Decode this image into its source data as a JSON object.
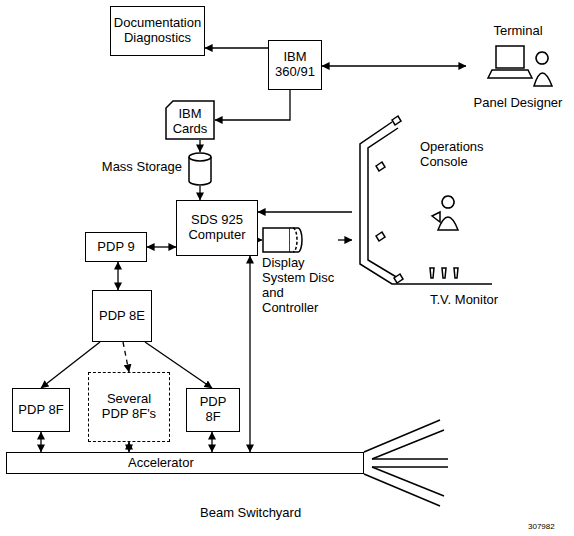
{
  "diagram": {
    "nodes": [
      {
        "text": [
          "Documentation Diagnostics"
        ]
      },
      {
        "text": [
          "IBM 360/91"
        ]
      },
      {
        "text": [
          "IBM Cards"
        ]
      },
      {
        "text": [
          "Mass Storage"
        ]
      },
      {
        "text": [
          "SDS 925 Computer"
        ]
      },
      {
        "text": [
          "PDP 9"
        ]
      },
      {
        "text": [
          "PDP 8E"
        ]
      },
      {
        "text": [
          "PDP 8F"
        ]
      },
      {
        "text": [
          "Several PDP 8F's"
        ]
      },
      {
        "text": [
          "PDP 8F"
        ]
      },
      {
        "text": [
          "Accelerator"
        ]
      },
      {
        "text": [
          "Display System Disc and Controller"
        ]
      },
      {
        "text": [
          "Operations Console"
        ]
      },
      {
        "text": [
          "Terminal",
          "Panel Designer"
        ]
      }
    ],
    "edges": [
      {
        "from": 1,
        "to": 0,
        "arrow": "to"
      },
      {
        "from": 1,
        "to": 13,
        "arrow": "both"
      },
      {
        "from": 1,
        "to": 2,
        "arrow": "to"
      },
      {
        "from": 2,
        "to": 3,
        "arrow": "to"
      },
      {
        "from": 3,
        "to": 4,
        "arrow": "to"
      },
      {
        "from": 5,
        "to": 4,
        "arrow": "both"
      },
      {
        "from": 5,
        "to": 6,
        "arrow": "both"
      },
      {
        "from": 6,
        "to": 7,
        "arrow": "to"
      },
      {
        "from": 6,
        "to": 8,
        "arrow": "to"
      },
      {
        "from": 6,
        "to": 9,
        "arrow": "to"
      },
      {
        "from": 7,
        "to": 10,
        "arrow": "both"
      },
      {
        "from": 8,
        "to": 10,
        "arrow": "both"
      },
      {
        "from": 9,
        "to": 10,
        "arrow": "both"
      },
      {
        "from": 4,
        "to": 10,
        "arrow": "both"
      },
      {
        "from": 4,
        "to": 11,
        "arrow": "to"
      },
      {
        "from": 11,
        "to": 12,
        "arrow": "to"
      },
      {
        "from": 12,
        "to": 4,
        "arrow": "to"
      }
    ],
    "labels": [
      "T.V. Monitor",
      "Beam Switchyard",
      "307982"
    ]
  }
}
